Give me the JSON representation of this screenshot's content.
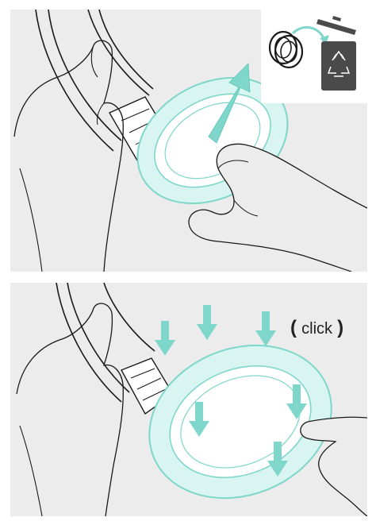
{
  "steps": [
    {
      "illustration": "remove-ear-pad",
      "inset_icon": "recycle-bin-icon"
    },
    {
      "illustration": "attach-ear-pad",
      "sound_label": "click"
    }
  ],
  "click_label": {
    "open": "(",
    "word": "click",
    "close": ")"
  },
  "colors": {
    "panel": "#ececec",
    "pad_fill": "#d9f5f1",
    "pad_stroke": "#7fd6ca",
    "arrow": "#7fd6ca",
    "line": "#1a1a1a",
    "bin": "#4a4a4a"
  }
}
